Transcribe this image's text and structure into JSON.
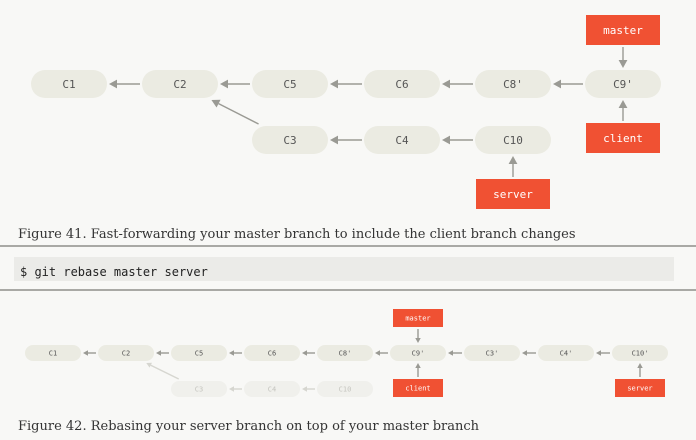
{
  "figure1": {
    "caption": "Figure 41. Fast-forwarding your master branch to include the client branch changes",
    "commits": [
      {
        "id": "c1",
        "label": "C1",
        "faded": false
      },
      {
        "id": "c2",
        "label": "C2",
        "faded": false
      },
      {
        "id": "c5",
        "label": "C5",
        "faded": false
      },
      {
        "id": "c6",
        "label": "C6",
        "faded": false
      },
      {
        "id": "c8p",
        "label": "C8'",
        "faded": false
      },
      {
        "id": "c9p",
        "label": "C9'",
        "faded": false
      },
      {
        "id": "c3",
        "label": "C3",
        "faded": false
      },
      {
        "id": "c4",
        "label": "C4",
        "faded": false
      },
      {
        "id": "c10",
        "label": "C10",
        "faded": false
      }
    ],
    "branches": [
      {
        "id": "master",
        "label": "master"
      },
      {
        "id": "client",
        "label": "client"
      },
      {
        "id": "server",
        "label": "server"
      }
    ],
    "edges": [
      {
        "from": "c2",
        "to": "c1"
      },
      {
        "from": "c5",
        "to": "c2"
      },
      {
        "from": "c6",
        "to": "c5"
      },
      {
        "from": "c8p",
        "to": "c6"
      },
      {
        "from": "c9p",
        "to": "c8p"
      },
      {
        "from": "c3",
        "to": "c2"
      },
      {
        "from": "c4",
        "to": "c3"
      },
      {
        "from": "c10",
        "to": "c4"
      },
      {
        "from": "master",
        "to": "c9p"
      },
      {
        "from": "client",
        "to": "c9p"
      },
      {
        "from": "server",
        "to": "c10"
      }
    ]
  },
  "code": {
    "command": "$ git rebase master server"
  },
  "figure2": {
    "caption": "Figure 42. Rebasing your server branch on top of your master branch",
    "commits": [
      {
        "id": "c1",
        "label": "C1",
        "faded": false
      },
      {
        "id": "c2",
        "label": "C2",
        "faded": false
      },
      {
        "id": "c5",
        "label": "C5",
        "faded": false
      },
      {
        "id": "c6",
        "label": "C6",
        "faded": false
      },
      {
        "id": "c8p",
        "label": "C8'",
        "faded": false
      },
      {
        "id": "c9p",
        "label": "C9'",
        "faded": false
      },
      {
        "id": "c3p",
        "label": "C3'",
        "faded": false
      },
      {
        "id": "c4p",
        "label": "C4'",
        "faded": false
      },
      {
        "id": "c10p",
        "label": "C10'",
        "faded": false
      },
      {
        "id": "c3",
        "label": "C3",
        "faded": true
      },
      {
        "id": "c4",
        "label": "C4",
        "faded": true
      },
      {
        "id": "c10",
        "label": "C10",
        "faded": true
      }
    ],
    "branches": [
      {
        "id": "master",
        "label": "master"
      },
      {
        "id": "client",
        "label": "client"
      },
      {
        "id": "server",
        "label": "server"
      }
    ],
    "edges": [
      {
        "from": "c2",
        "to": "c1"
      },
      {
        "from": "c5",
        "to": "c2"
      },
      {
        "from": "c6",
        "to": "c5"
      },
      {
        "from": "c8p",
        "to": "c6"
      },
      {
        "from": "c9p",
        "to": "c8p"
      },
      {
        "from": "c3p",
        "to": "c9p"
      },
      {
        "from": "c4p",
        "to": "c3p"
      },
      {
        "from": "c10p",
        "to": "c4p"
      },
      {
        "from": "c3",
        "to": "c2",
        "faded": true
      },
      {
        "from": "c4",
        "to": "c3",
        "faded": true
      },
      {
        "from": "c10",
        "to": "c4",
        "faded": true
      },
      {
        "from": "master",
        "to": "c9p"
      },
      {
        "from": "client",
        "to": "c9p"
      },
      {
        "from": "server",
        "to": "c10p"
      }
    ]
  }
}
